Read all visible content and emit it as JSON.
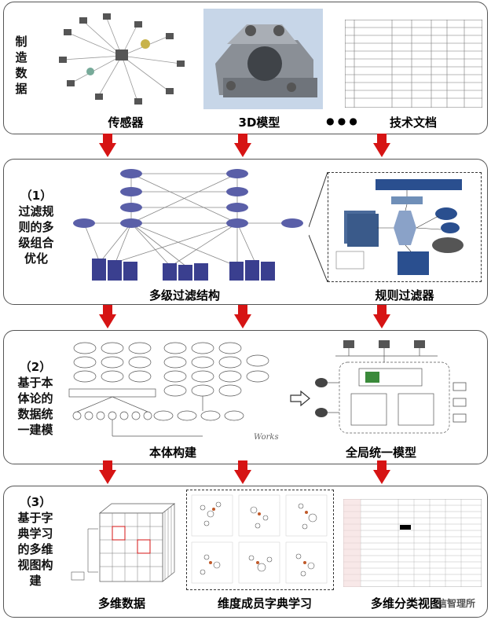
{
  "panels": [
    {
      "label_lines": [
        "制",
        "造",
        "数",
        "据"
      ],
      "captions": [
        "传感器",
        "3D模型",
        "技术文档"
      ],
      "ellipsis": "● ● ●"
    },
    {
      "label": "（1）过滤规则的多级组合优化",
      "label_lines": [
        "（1）",
        "过滤规",
        "则的多",
        "级组合",
        "优化"
      ],
      "captions": [
        "多级过滤结构",
        "规则过滤器"
      ]
    },
    {
      "label_lines": [
        "（2）",
        "基于本",
        "体论的",
        "数据统",
        "一建模"
      ],
      "captions": [
        "本体构建",
        "全局统一模型"
      ]
    },
    {
      "label_lines": [
        "（3）",
        "基于字",
        "典学习",
        "的多维",
        "视图构",
        "建"
      ],
      "captions": [
        "多维数据",
        "维度成员字典学习",
        "多维分类视图"
      ]
    }
  ],
  "watermark": "信智理所",
  "colors": {
    "arrow": "#d61414",
    "border": "#555555",
    "server": "#3a3f8f",
    "router": "#5a5fa8"
  }
}
